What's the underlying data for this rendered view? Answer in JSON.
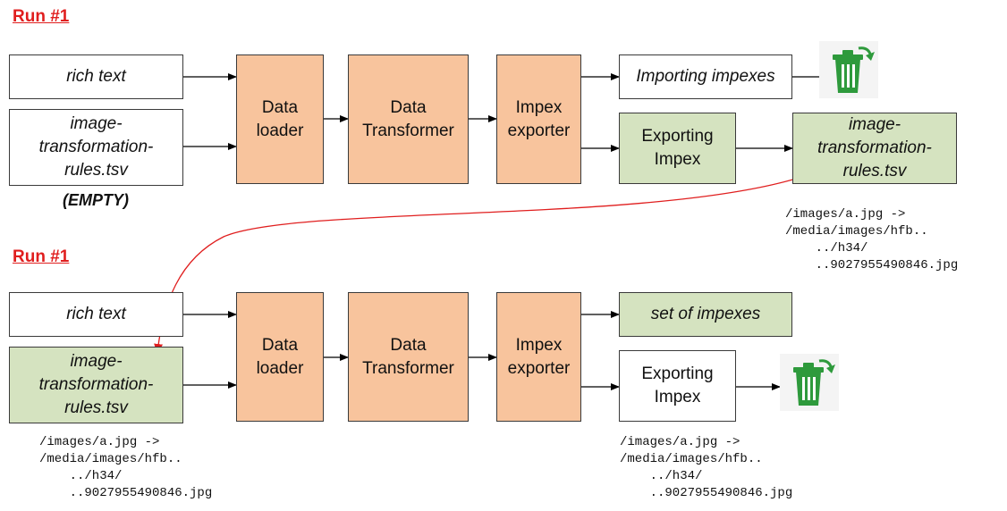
{
  "run1": {
    "label": "Run #1",
    "inputs": {
      "rich_text": "rich text",
      "rules": "image-\ntransformation-\nrules.tsv",
      "empty_label": "(EMPTY)"
    },
    "loader": "Data\nloader",
    "transformer": "Data\nTransformer",
    "exporter": "Impex\nexporter",
    "importing": "Importing impexes",
    "exporting": "Exporting\nImpex",
    "output_rules": "image-\ntransformation-\nrules.tsv",
    "output_note": "/images/a.jpg ->\n/media/images/hfb..\n    ../h34/\n    ..9027955490846.jpg"
  },
  "run2": {
    "label": "Run #1",
    "inputs": {
      "rich_text": "rich text",
      "rules": "image-\ntransformation-\nrules.tsv"
    },
    "input_note": "/images/a.jpg ->\n/media/images/hfb..\n    ../h34/\n    ..9027955490846.jpg",
    "loader": "Data\nloader",
    "transformer": "Data\nTransformer",
    "exporter": "Impex\nexporter",
    "impexes": "set of impexes",
    "exporting": "Exporting\nImpex",
    "output_note": "/images/a.jpg ->\n/media/images/hfb..\n    ../h34/\n    ..9027955490846.jpg"
  },
  "icons": {
    "trash": "recycle-bin-icon"
  },
  "colors": {
    "orange": "#f8c49d",
    "green": "#d5e3c0",
    "red_label": "#e01e1e",
    "trash_green": "#2e9a3c"
  }
}
